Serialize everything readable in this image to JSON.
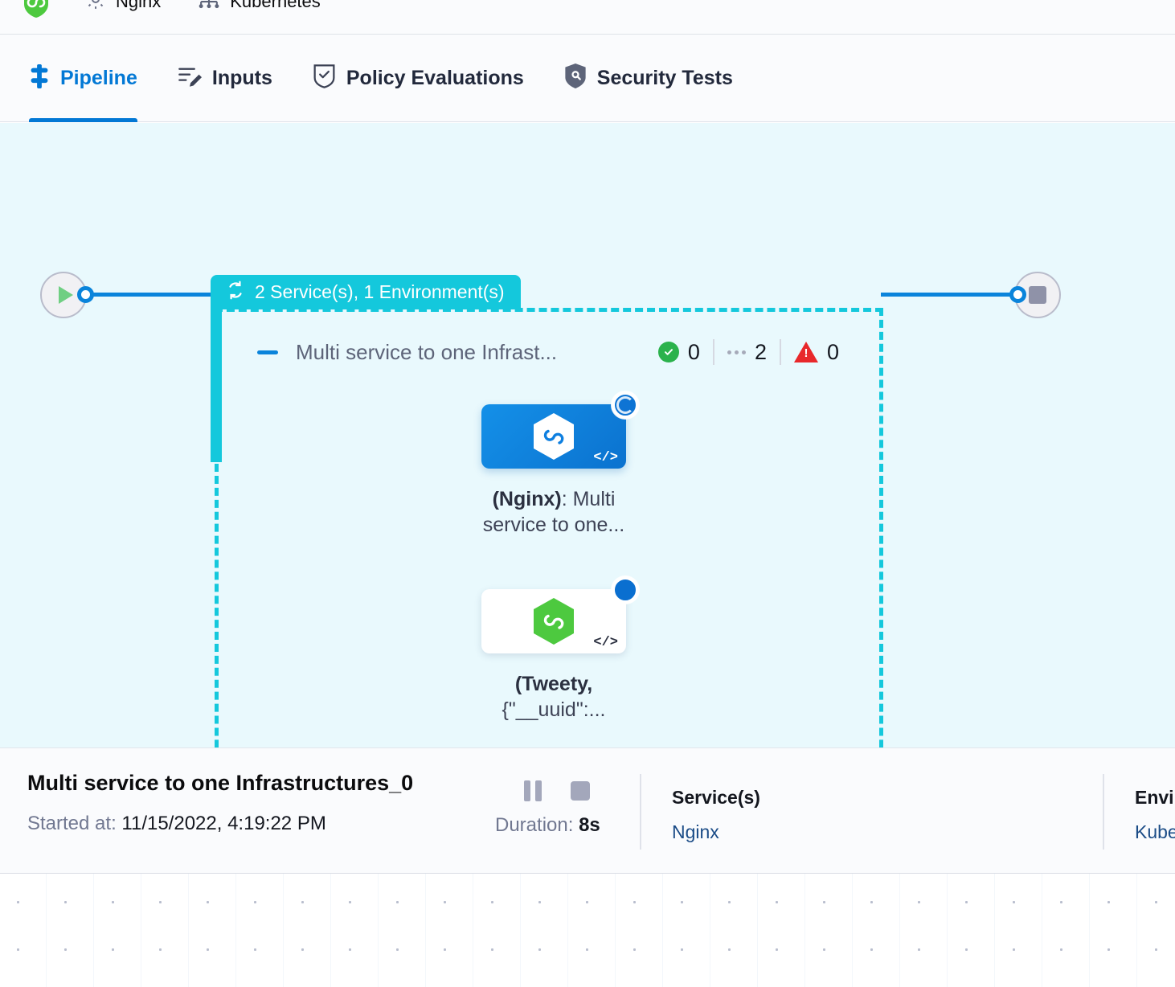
{
  "breadcrumb": {
    "items": [
      {
        "icon": "shield-hex-icon",
        "label": ""
      },
      {
        "icon": "gear-icon",
        "label": "Nginx"
      },
      {
        "icon": "kubernetes-icon",
        "label": "Kubernetes"
      }
    ]
  },
  "tabs": [
    {
      "id": "pipeline",
      "label": "Pipeline",
      "icon": "pipeline-icon",
      "active": true
    },
    {
      "id": "inputs",
      "label": "Inputs",
      "icon": "inputs-icon",
      "active": false
    },
    {
      "id": "policy",
      "label": "Policy Evaluations",
      "icon": "policy-shield-icon",
      "active": false
    },
    {
      "id": "security",
      "label": "Security Tests",
      "icon": "security-shield-icon",
      "active": false
    }
  ],
  "canvas": {
    "group": {
      "pill_label": "2 Service(s), 1 Environment(s)",
      "pill_icon": "loop-refresh-icon",
      "title": "Multi service to one Infrast...",
      "collapse_icon": "collapse-dash-icon",
      "status": {
        "success_count": "0",
        "progress_count": "2",
        "warning_count": "0"
      }
    },
    "start_node": {
      "icon": "play-icon"
    },
    "end_node": {
      "icon": "stop-icon"
    },
    "steps": [
      {
        "id": "nginx-step",
        "logo": "harness-hex-blue-icon",
        "code_mark": "</>",
        "badge": "running-spinner-badge",
        "caption_bold": "(Nginx)",
        "caption_rest": ": Multi service to one...",
        "state": "selected"
      },
      {
        "id": "tweety-step",
        "logo": "harness-hex-green-icon",
        "code_mark": "</>",
        "badge": "running-dot-badge",
        "caption_bold": "(Tweety,",
        "caption_rest": "{\"__uuid\":...",
        "state": "plain"
      }
    ]
  },
  "detail": {
    "title": "Multi service to one Infrastructures_0",
    "started_label": "Started at:",
    "started_value": "11/15/2022, 4:19:22 PM",
    "duration_label": "Duration:",
    "duration_value": "8s",
    "controls": [
      {
        "id": "pause",
        "icon": "pause-icon"
      },
      {
        "id": "stop",
        "icon": "stop-square-icon"
      }
    ],
    "columns": [
      {
        "id": "services",
        "title": "Service(s)",
        "value": "Nginx"
      },
      {
        "id": "environments",
        "title": "Environment(s)",
        "value": "Kubernetes"
      }
    ]
  },
  "colors": {
    "accent_blue": "#0278d5",
    "group_cyan": "#14c8dc",
    "canvas_bg": "#e9f9fd",
    "success_green": "#2bb24c",
    "warning_red": "#e8282b",
    "link_blue": "#1b4c87"
  }
}
